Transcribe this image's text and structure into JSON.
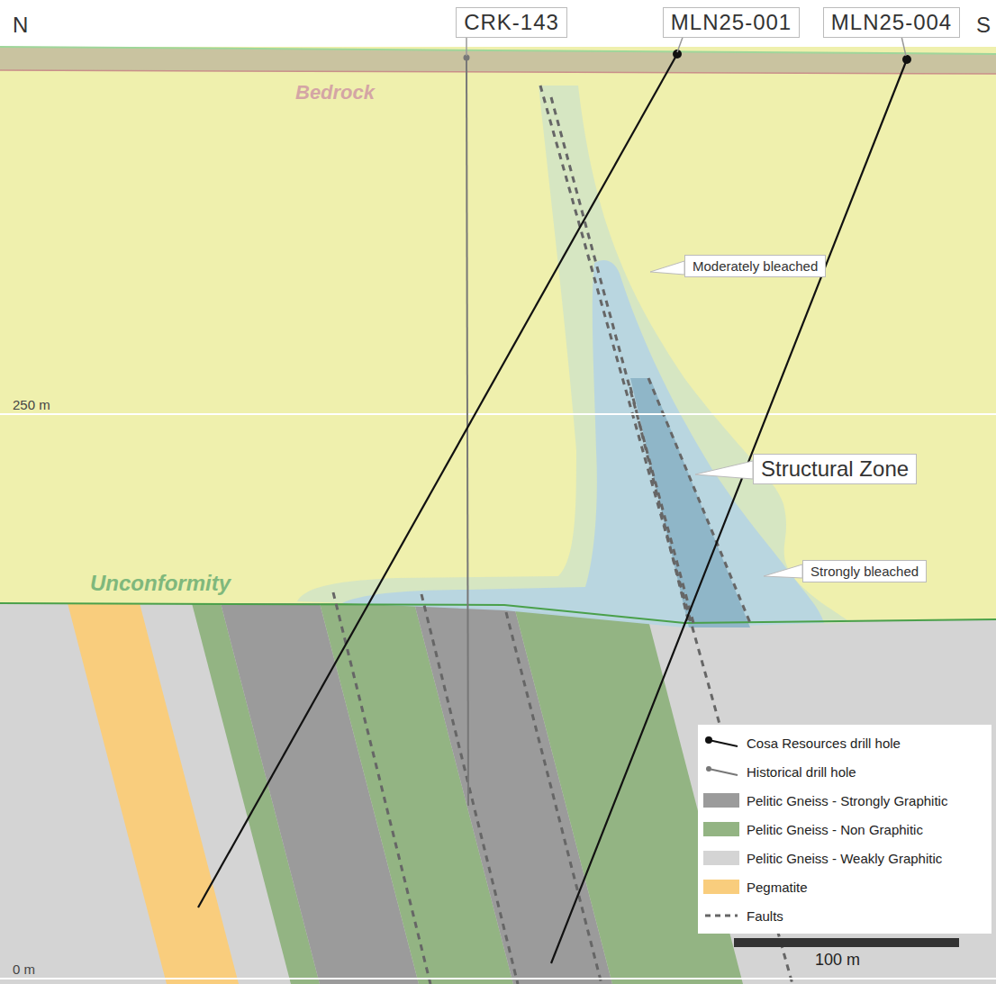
{
  "diagram": {
    "nodes": [
      {
        "text": [
          "CRK-143"
        ]
      },
      {
        "text": [
          "MLN25-001"
        ]
      },
      {
        "text": [
          "MLN25-004"
        ]
      },
      {
        "text": [
          "Moderately bleached"
        ]
      },
      {
        "text": [
          "Structural Zone"
        ]
      },
      {
        "text": [
          "Strongly bleached"
        ]
      }
    ],
    "labels": [
      "N",
      "S",
      "Bedrock",
      "Unconformity",
      "250 m",
      "0 m",
      "100 m"
    ],
    "legend": [
      {
        "text": "Cosa Resources drill hole"
      },
      {
        "text": "Historical drill hole"
      },
      {
        "text": "Pelitic Gneiss - Strongly Graphitic",
        "color": "#9b9b9b"
      },
      {
        "text": "Pelitic Gneiss - Non Graphitic",
        "color": "#93b483"
      },
      {
        "text": "Pelitic Gneiss - Weakly Graphitic",
        "color": "#d4d4d4"
      },
      {
        "text": "Pegmatite",
        "color": "#f9cd7d"
      },
      {
        "text": "Faults"
      }
    ]
  }
}
